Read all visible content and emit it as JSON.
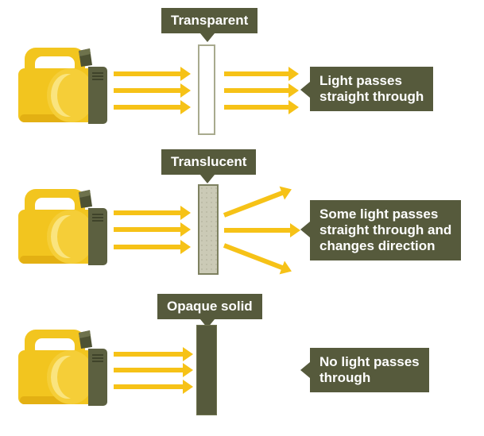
{
  "diagram": {
    "description": "Light behaviour through transparent, translucent and opaque materials",
    "rows": [
      {
        "id": "transparent",
        "material_label": "Transparent",
        "result_lines": [
          "Light passes",
          "straight through"
        ],
        "incoming_rays": 3,
        "outgoing_rays": 3,
        "outgoing_pattern": "straight"
      },
      {
        "id": "translucent",
        "material_label": "Translucent",
        "result_lines": [
          "Some light passes",
          "straight through and",
          "changes direction"
        ],
        "incoming_rays": 3,
        "outgoing_rays": 3,
        "outgoing_pattern": "scattered"
      },
      {
        "id": "opaque",
        "material_label": "Opaque solid",
        "result_lines": [
          "No light passes",
          "through"
        ],
        "incoming_rays": 3,
        "outgoing_rays": 0,
        "outgoing_pattern": "blocked"
      }
    ],
    "colors": {
      "label_box": "#565A3C",
      "label_text": "#FFFFFF",
      "ray_yellow": "#F6C217",
      "torch_body": "#F2C51F",
      "torch_head": "#F5CE38",
      "torch_highlight": "#FAE47E",
      "torch_face": "#5C6040",
      "transparent_bar_fill": "#FFFFFF",
      "transparent_bar_border": "#A8AA8E",
      "translucent_bar_fill": "#CBCAB6",
      "translucent_bar_border": "#7E8160",
      "opaque_bar_fill": "#565A3C",
      "background": "#FFFFFF"
    }
  }
}
